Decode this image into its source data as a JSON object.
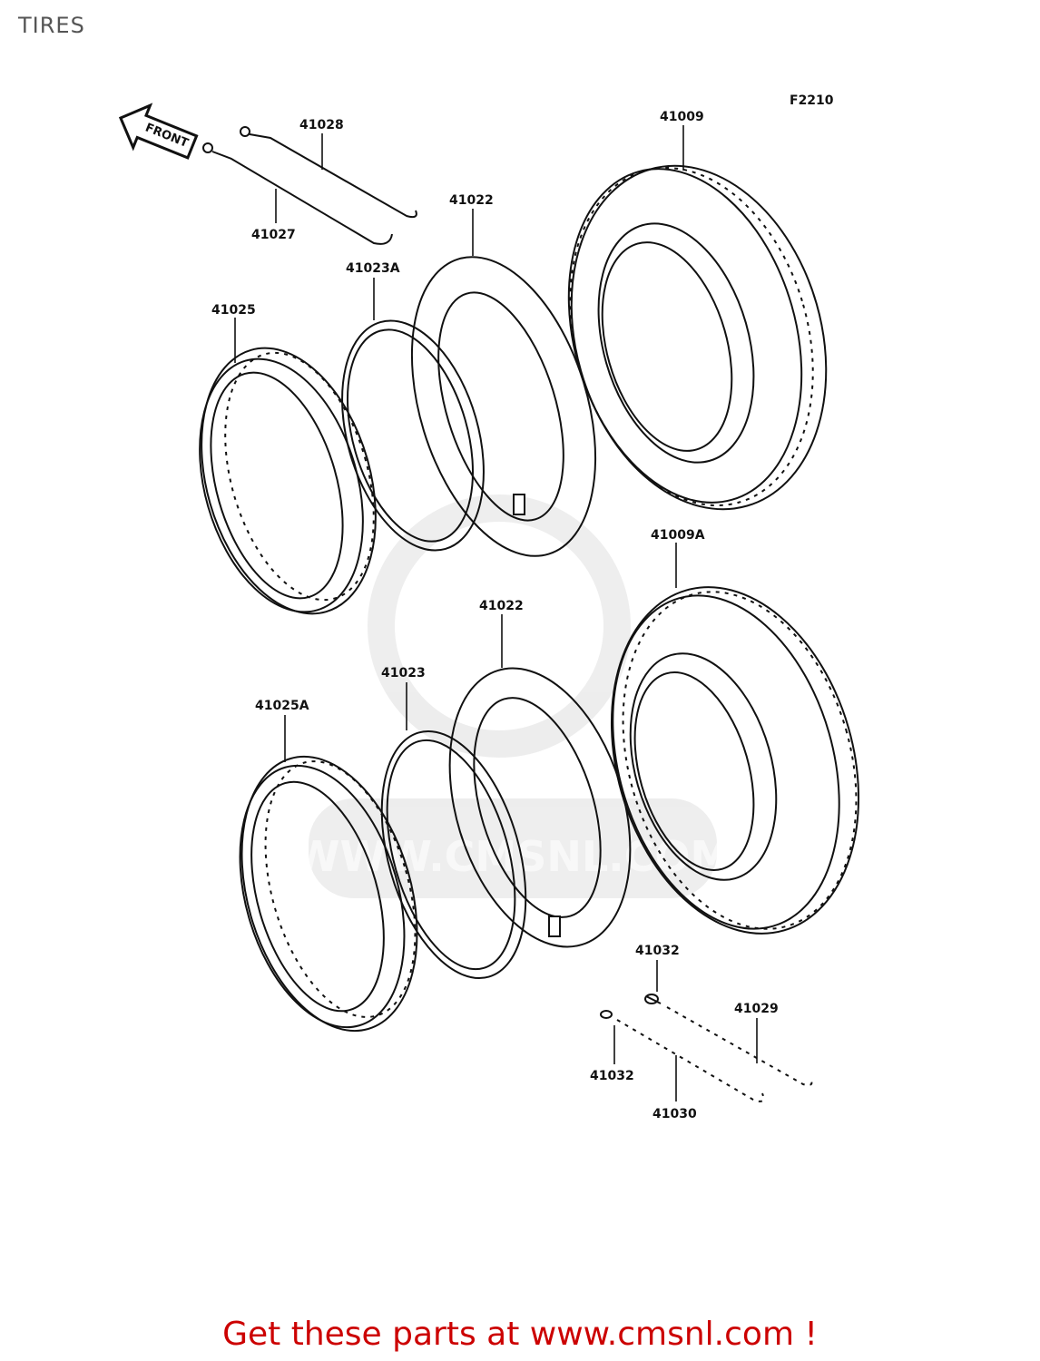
{
  "header": {
    "title": "TIRES"
  },
  "diagram": {
    "figure_code": "F2210",
    "direction_label": "FRONT",
    "watermark": "WWW.CMSNL.COM",
    "parts": {
      "p41028": "41028",
      "p41027": "41027",
      "p41009": "41009",
      "p41022_top": "41022",
      "p41023A": "41023A",
      "p41025": "41025",
      "p41009A": "41009A",
      "p41022_bottom": "41022",
      "p41023": "41023",
      "p41025A": "41025A",
      "p41032_top": "41032",
      "p41029": "41029",
      "p41032_bottom": "41032",
      "p41030": "41030"
    }
  },
  "footer": {
    "cta": "Get these parts at www.cmsnl.com !",
    "color": "#cc0000"
  }
}
